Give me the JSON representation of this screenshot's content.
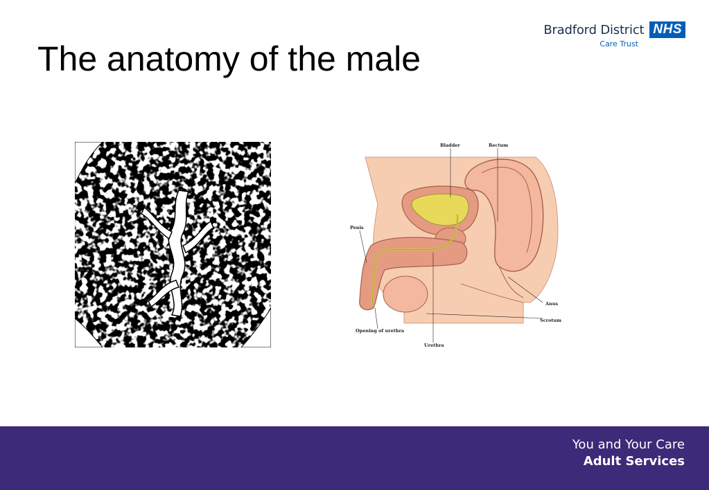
{
  "slide": {
    "title": "The anatomy of the male"
  },
  "logo": {
    "organization": "Bradford District",
    "badge": "NHS",
    "subtitle": "Care Trust",
    "badge_color": "#005eb8"
  },
  "diagram": {
    "labels": {
      "bladder": "Bladder",
      "rectum": "Rectum",
      "penis": "Penis",
      "anus": "Anus",
      "scrotum": "Scrotum",
      "opening_of_urethra": "Opening of urethra",
      "urethra": "Urethra"
    },
    "colors": {
      "tissue": "#f7cdb1",
      "organ": "#e59a82",
      "bladder_fill": "#e8d95a"
    }
  },
  "footer": {
    "line1": "You and Your Care",
    "line2": "Adult Services",
    "background": "#3d2a78"
  }
}
